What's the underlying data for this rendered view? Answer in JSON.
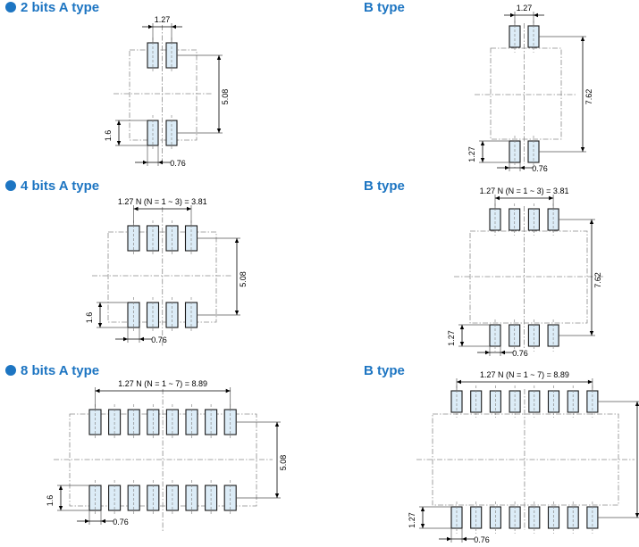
{
  "headings": {
    "a2": "2 bits A type",
    "b2": "B type",
    "a4": "4 bits A type",
    "b4": "B type",
    "a8": "8 bits A type",
    "b8": "B type"
  },
  "dims": {
    "pitch": "1.27",
    "a_row_span": "5.08",
    "b_row_span": "7.62",
    "pad_length": "1.6",
    "b_pad_length": "1.27",
    "pad_width": "0.76",
    "span_4": "1.27 N (N = 1 ~ 3) = 3.81",
    "span_8": "1.27 N (N = 1 ~ 7) = 8.89"
  },
  "colors": {
    "heading": "#1d75c2",
    "pad_fill": "#dcecf7",
    "pad_stroke": "#1a1a1a",
    "centerline": "#8a8a8a"
  }
}
